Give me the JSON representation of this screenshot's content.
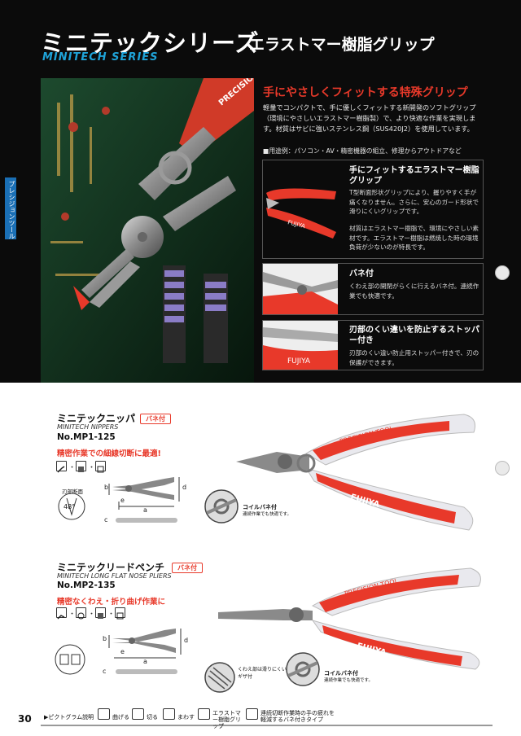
{
  "header": {
    "title": "ミニテックシリーズ",
    "subtitle": "エラストマー樹脂グリップ",
    "series_en": "MINITECH SERIES",
    "side_tab": "プレシジョンツール"
  },
  "feature": {
    "title": "手にやさしくフィットする特殊グリップ",
    "description": "軽量でコンパクトで、手に優しくフィットする新開発のソフトグリップ（環境にやさしいエラストマー樹脂製）で、より快適な作業を実現します。材質はサビに強いステンレス鋼（SUS420J2）を使用しています。",
    "uses": "■用途例：パソコン・AV・精密機器の組立、修理からアウトドアなど"
  },
  "boxes": [
    {
      "title": "手にフィットするエラストマー樹脂グリップ",
      "desc1": "T型断面形状グリップにより、握りやすく手が痛くなりません。さらに、安心のガード形状で滑りにくいグリップです。",
      "desc2": "材質はエラストマー樹脂で、環境にやさしい素材です。エラストマー樹脂は燃焼した時の環境負荷が少ないのが特長です。"
    },
    {
      "title": "バネ付",
      "desc1": "くわえ部の開閉がらくに行えるバネ付。連続作業でも快適です。"
    },
    {
      "title": "刃部のくい違いを防止するストッパー付き",
      "desc1": "刃部のくい違い防止用ストッパー付きで、刃の保護ができます。"
    }
  ],
  "products": [
    {
      "name": "ミニテックニッパ",
      "badge": "バネ付",
      "name_en": "MINITECH NIPPERS",
      "number": "No.MP1-125",
      "catch": "精密作業での細線切断に最適!",
      "blade_label": "刃部断面",
      "angle": "48°",
      "dims": [
        "b",
        "d",
        "e",
        "a",
        "c"
      ],
      "coil_caption_title": "コイルバネ付",
      "coil_caption_sub": "連続作業でも快適です。",
      "brand_top": "PRECISION TOOL",
      "brand_grip": "FUJIYA"
    },
    {
      "name": "ミニテックリードペンチ",
      "badge": "バネ付",
      "name_en": "MINITECH LONG FLAT NOSE PLIERS",
      "number": "No.MP2-135",
      "catch": "精密なくわえ・折り曲げ作業に",
      "dims": [
        "b",
        "d",
        "e",
        "a",
        "c"
      ],
      "grip_caption": "くわえ部は滑りにくいギザ付",
      "coil_caption_title": "コイルバネ付",
      "coil_caption_sub": "連続作業でも快適です。",
      "brand_top": "PRECISION TOOL",
      "brand_grip": "FUJIYA"
    }
  ],
  "footer": {
    "page_number": "30",
    "legend_title": "▶ピクトグラム説明",
    "legend": [
      {
        "icon": "bend-icon",
        "label": "曲げる"
      },
      {
        "icon": "cut-icon",
        "label": "切る"
      },
      {
        "icon": "twist-icon",
        "label": "まわす"
      },
      {
        "icon": "grip-icon",
        "label": "エラストマー樹脂グリップ"
      },
      {
        "icon": "spring-icon",
        "label": "連続切断作業時の手の疲れを軽減するバネ付きタイプ"
      }
    ]
  },
  "colors": {
    "accent_red": "#e8392a",
    "series_blue": "#1fa3d8",
    "header_bg": "#0b0b0b"
  }
}
